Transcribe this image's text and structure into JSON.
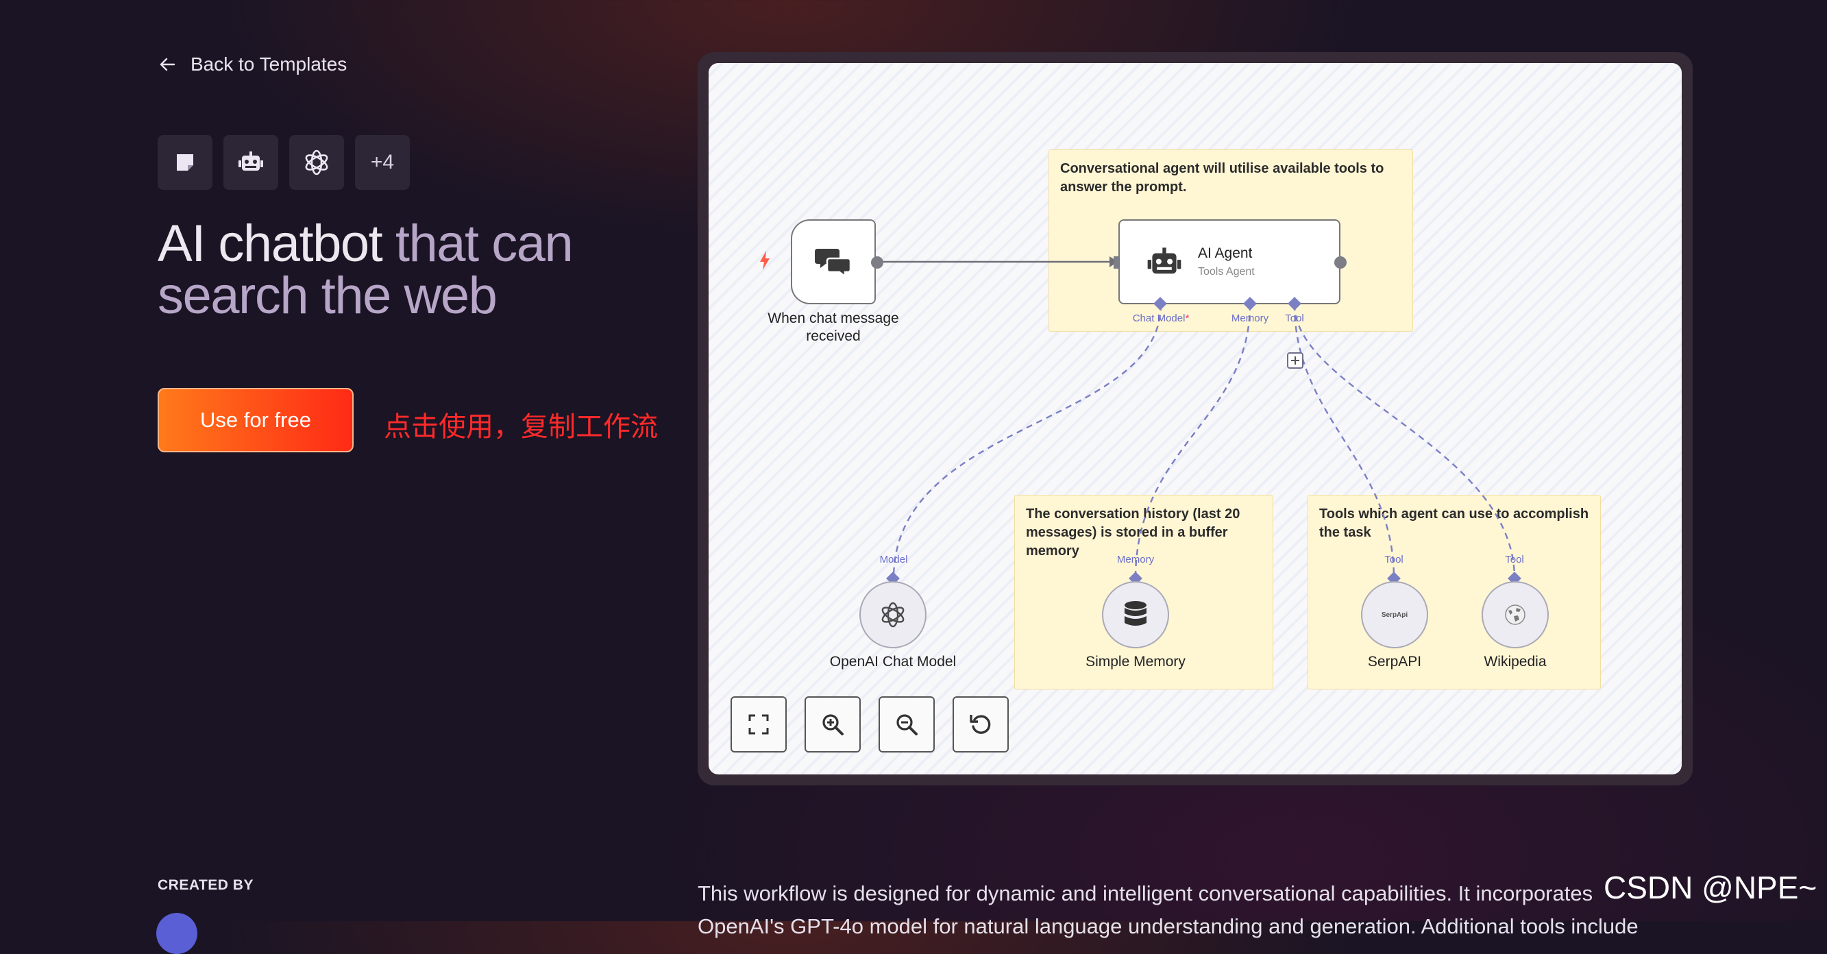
{
  "nav": {
    "back_label": "Back to Templates"
  },
  "badges": {
    "more_label": "+4"
  },
  "headline": {
    "part1": "AI chatbot",
    "part2": " that can",
    "part3": "search the web"
  },
  "cta": {
    "label": "Use for free"
  },
  "annotation": {
    "text": "点击使用，复制工作流"
  },
  "workflow": {
    "trigger_label_line1": "When chat message",
    "trigger_label_line2": "received",
    "agent_title": "AI Agent",
    "agent_subtitle": "Tools Agent",
    "ports": {
      "chat_model": "Chat Model",
      "chat_model_required": "*",
      "memory": "Memory",
      "tool": "Tool",
      "model": "Model"
    },
    "notes": {
      "agent": "Conversational agent will utilise available tools to answer the prompt.",
      "memory": "The conversation history (last 20 messages) is stored in a buffer memory",
      "tools": "Tools which agent can use to accomplish the task"
    },
    "nodes": {
      "openai": "OpenAI Chat Model",
      "memory": "Simple Memory",
      "serpapi": "SerpAPI",
      "serpapi_logo": "SerpApi",
      "wikipedia": "Wikipedia"
    }
  },
  "colors": {
    "accent_start": "#ff7a1a",
    "accent_end": "#ff2a16",
    "port": "#7b7fc4",
    "note_bg": "#fff6d4"
  },
  "footer": {
    "created_by": "CREATED BY",
    "description": "This workflow is designed for dynamic and intelligent conversational capabilities. It incorporates OpenAI's GPT-4o model for natural language understanding and generation. Additional tools include"
  },
  "watermark": "CSDN @NPE~"
}
